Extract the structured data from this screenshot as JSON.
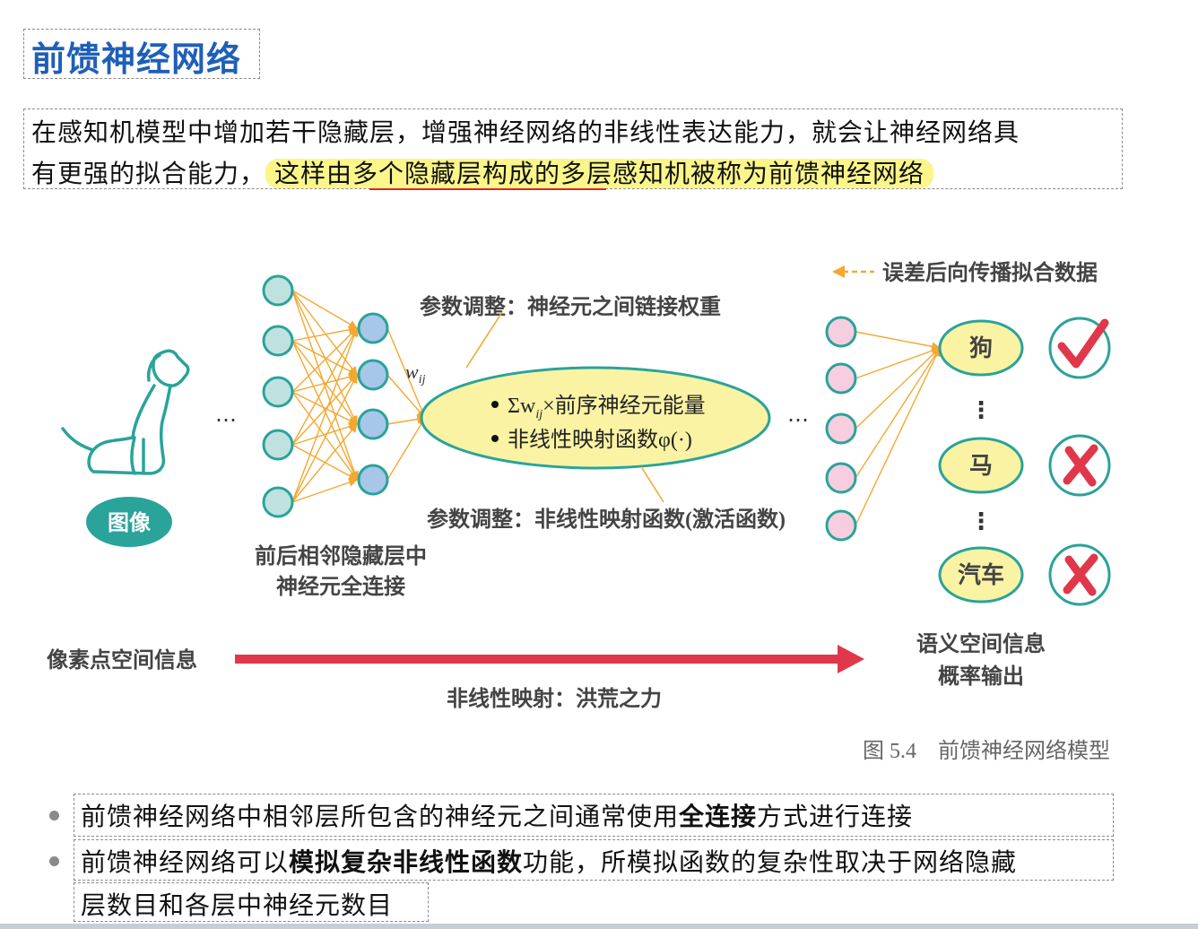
{
  "title": "前馈神经网络",
  "intro": {
    "line1": "在感知机模型中增加若干隐藏层，增强神经网络的非线性表达能力，就会让神经网络具",
    "line2_prefix": "有更强的拟合能力，",
    "line2_highlight": "这样由多个隐藏层构成的多层感知机被称为前馈神经网络"
  },
  "figure": {
    "backprop_label": "误差后向传播拟合数据",
    "weight_adjust_label": "参数调整：神经元之间链接权重",
    "weight_symbol": "w",
    "weight_subscript": "ij",
    "neuron_line1_sym": "Σw",
    "neuron_line1_sub": "ij",
    "neuron_line1_text": "×前序神经元能量",
    "neuron_line2": "非线性映射函数φ(·)",
    "activation_adjust_label": "参数调整：非线性映射函数(激活函数)",
    "image_label": "图像",
    "full_connect_line1": "前后相邻隐藏层中",
    "full_connect_line2": "神经元全连接",
    "ellipsis": "…",
    "vertical_ellipsis": "⋮",
    "outputs": [
      "狗",
      "马",
      "汽车"
    ],
    "pixel_info_label": "像素点空间信息",
    "mapping_label": "非线性映射：洪荒之力",
    "semantic_line1": "语义空间信息",
    "semantic_line2": "概率输出",
    "caption": "图 5.4　前馈神经网络模型"
  },
  "bullets": {
    "b1_prefix": "前馈神经网络中相邻层所包含的神经元之间通常使用",
    "b1_bold": "全连接",
    "b1_suffix": "方式进行连接",
    "b2_prefix": "前馈神经网络可以",
    "b2_bold": "模拟复杂非线性函数",
    "b2_suffix": "功能，所模拟函数的复杂性取决于网络隐藏",
    "b2_line2": "层数目和各层中神经元数目"
  },
  "colors": {
    "title": "#1f5fb8",
    "highlight": "#fbf68a",
    "underline": "#d9262c",
    "teal": "#2aa39a",
    "node_teal_fill": "#bfe2e0",
    "node_blue_fill": "#a7c6e8",
    "node_pink_fill": "#f7cde0",
    "connection": "#f4a830",
    "ellipse_fill": "#faf3a4",
    "arrow_red": "#e0384a",
    "check_red": "#e0384a"
  }
}
